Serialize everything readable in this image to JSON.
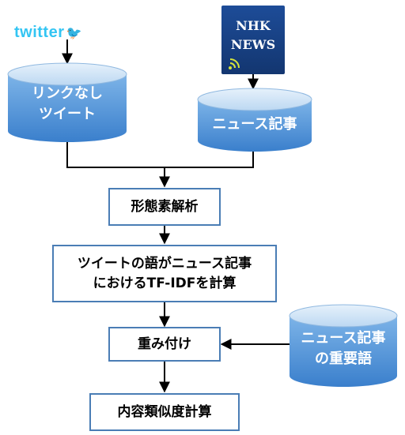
{
  "sources": {
    "twitter_logo": "twitter",
    "nhk_logo_line1": "NHK",
    "nhk_logo_line2": "NEWS"
  },
  "databases": {
    "tweets_line1": "リンクなし",
    "tweets_line2": "ツイート",
    "news_articles": "ニュース記事",
    "important_words_line1": "ニュース記事",
    "important_words_line2": "の重要語"
  },
  "steps": {
    "morphological_analysis": "形態素解析",
    "tfidf_line1": "ツイートの語がニュース記事",
    "tfidf_line2": "におけるTF-IDFを計算",
    "weighting": "重み付け",
    "similarity": "内容類似度計算"
  },
  "colors": {
    "cylinder_top": "#cfe4f6",
    "cylinder_body": "#4a90d6",
    "box_border": "#4a7db5",
    "twitter_blue": "#33c5f3",
    "nhk_blue": "#1a4a8e"
  }
}
